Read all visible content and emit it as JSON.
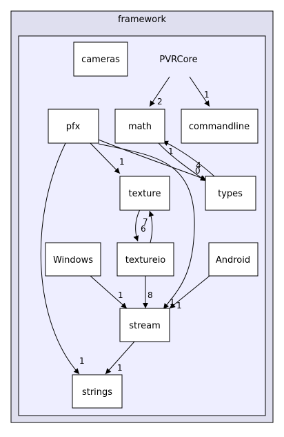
{
  "outer_cluster": {
    "label": "framework"
  },
  "inner_cluster": {
    "label": "PVRCore"
  },
  "nodes": {
    "cameras": "cameras",
    "math": "math",
    "commandline": "commandline",
    "pfx": "pfx",
    "texture": "texture",
    "types": "types",
    "windows": "Windows",
    "textureio": "textureio",
    "android": "Android",
    "stream": "stream",
    "strings": "strings"
  },
  "edge_labels": {
    "pvrcore_math": "2",
    "pvrcore_commandline": "1",
    "math_types": "1",
    "types_math": "4",
    "pfx_types": "0",
    "pfx_texture": "1",
    "pfx_stream": "1",
    "pfx_strings": "1",
    "texture_textureio": "6",
    "textureio_texture": "7",
    "textureio_stream": "8",
    "windows_stream": "1",
    "android_stream": "1",
    "stream_strings": "1"
  },
  "colors": {
    "outer_fill": "#dfdfef",
    "inner_fill": "#eeeeff",
    "node_fill": "#ffffff",
    "stroke": "#000000"
  }
}
